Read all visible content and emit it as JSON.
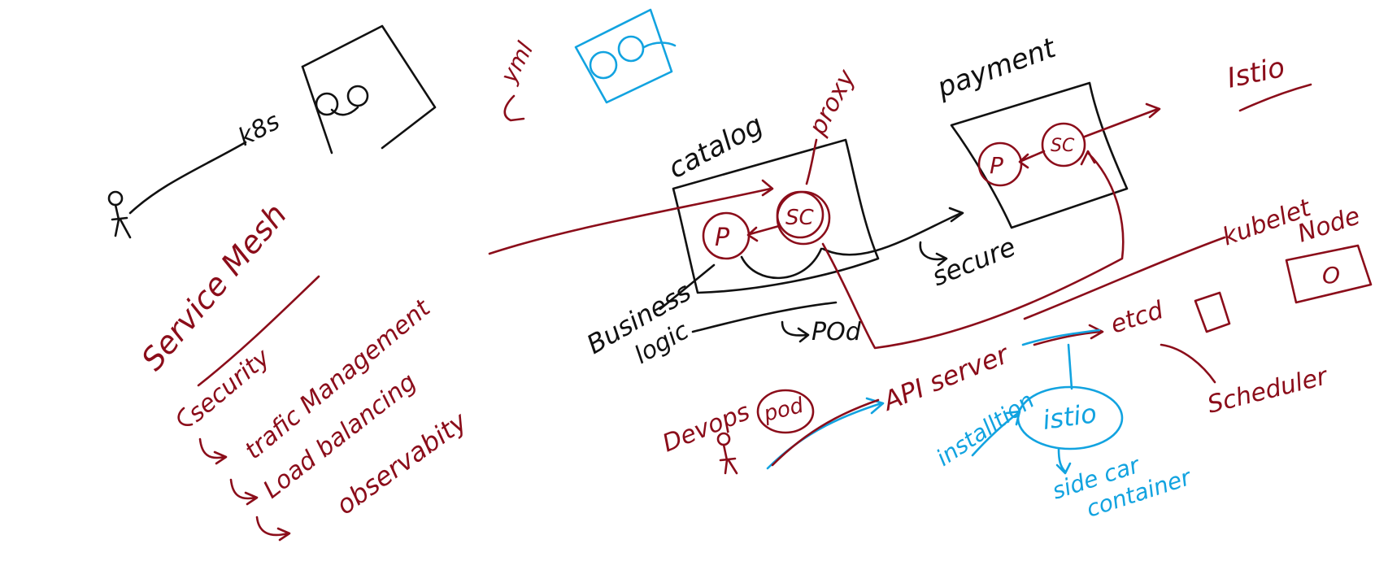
{
  "colors": {
    "ink_black": "#111111",
    "ink_red": "#8b0d1a",
    "ink_blue": "#12a3e0",
    "background": "#ffffff"
  },
  "top": {
    "k8s": "k8s",
    "yml": "yml",
    "istio_title": "Istio",
    "proxy": "proxy"
  },
  "pods": {
    "catalog": "catalog",
    "payment": "payment",
    "p": "P",
    "sc": "SC"
  },
  "labels": {
    "business": "Business",
    "logic": "logic",
    "pod": "POd",
    "secure": "secure",
    "pod_circle": "pod",
    "devops": "Devops",
    "api_server": "API server",
    "etcd": "etcd",
    "kubelet": "kubelet",
    "node": "Node",
    "node_marker": "O",
    "scheduler": "Scheduler",
    "installation": "installtion",
    "istio_circle": "istio",
    "side_car_1": "side car",
    "side_car_2": "container"
  },
  "service_mesh": {
    "title": "Service Mesh",
    "items": [
      "security",
      "trafic Management",
      "Load balancing",
      "observabity"
    ]
  }
}
